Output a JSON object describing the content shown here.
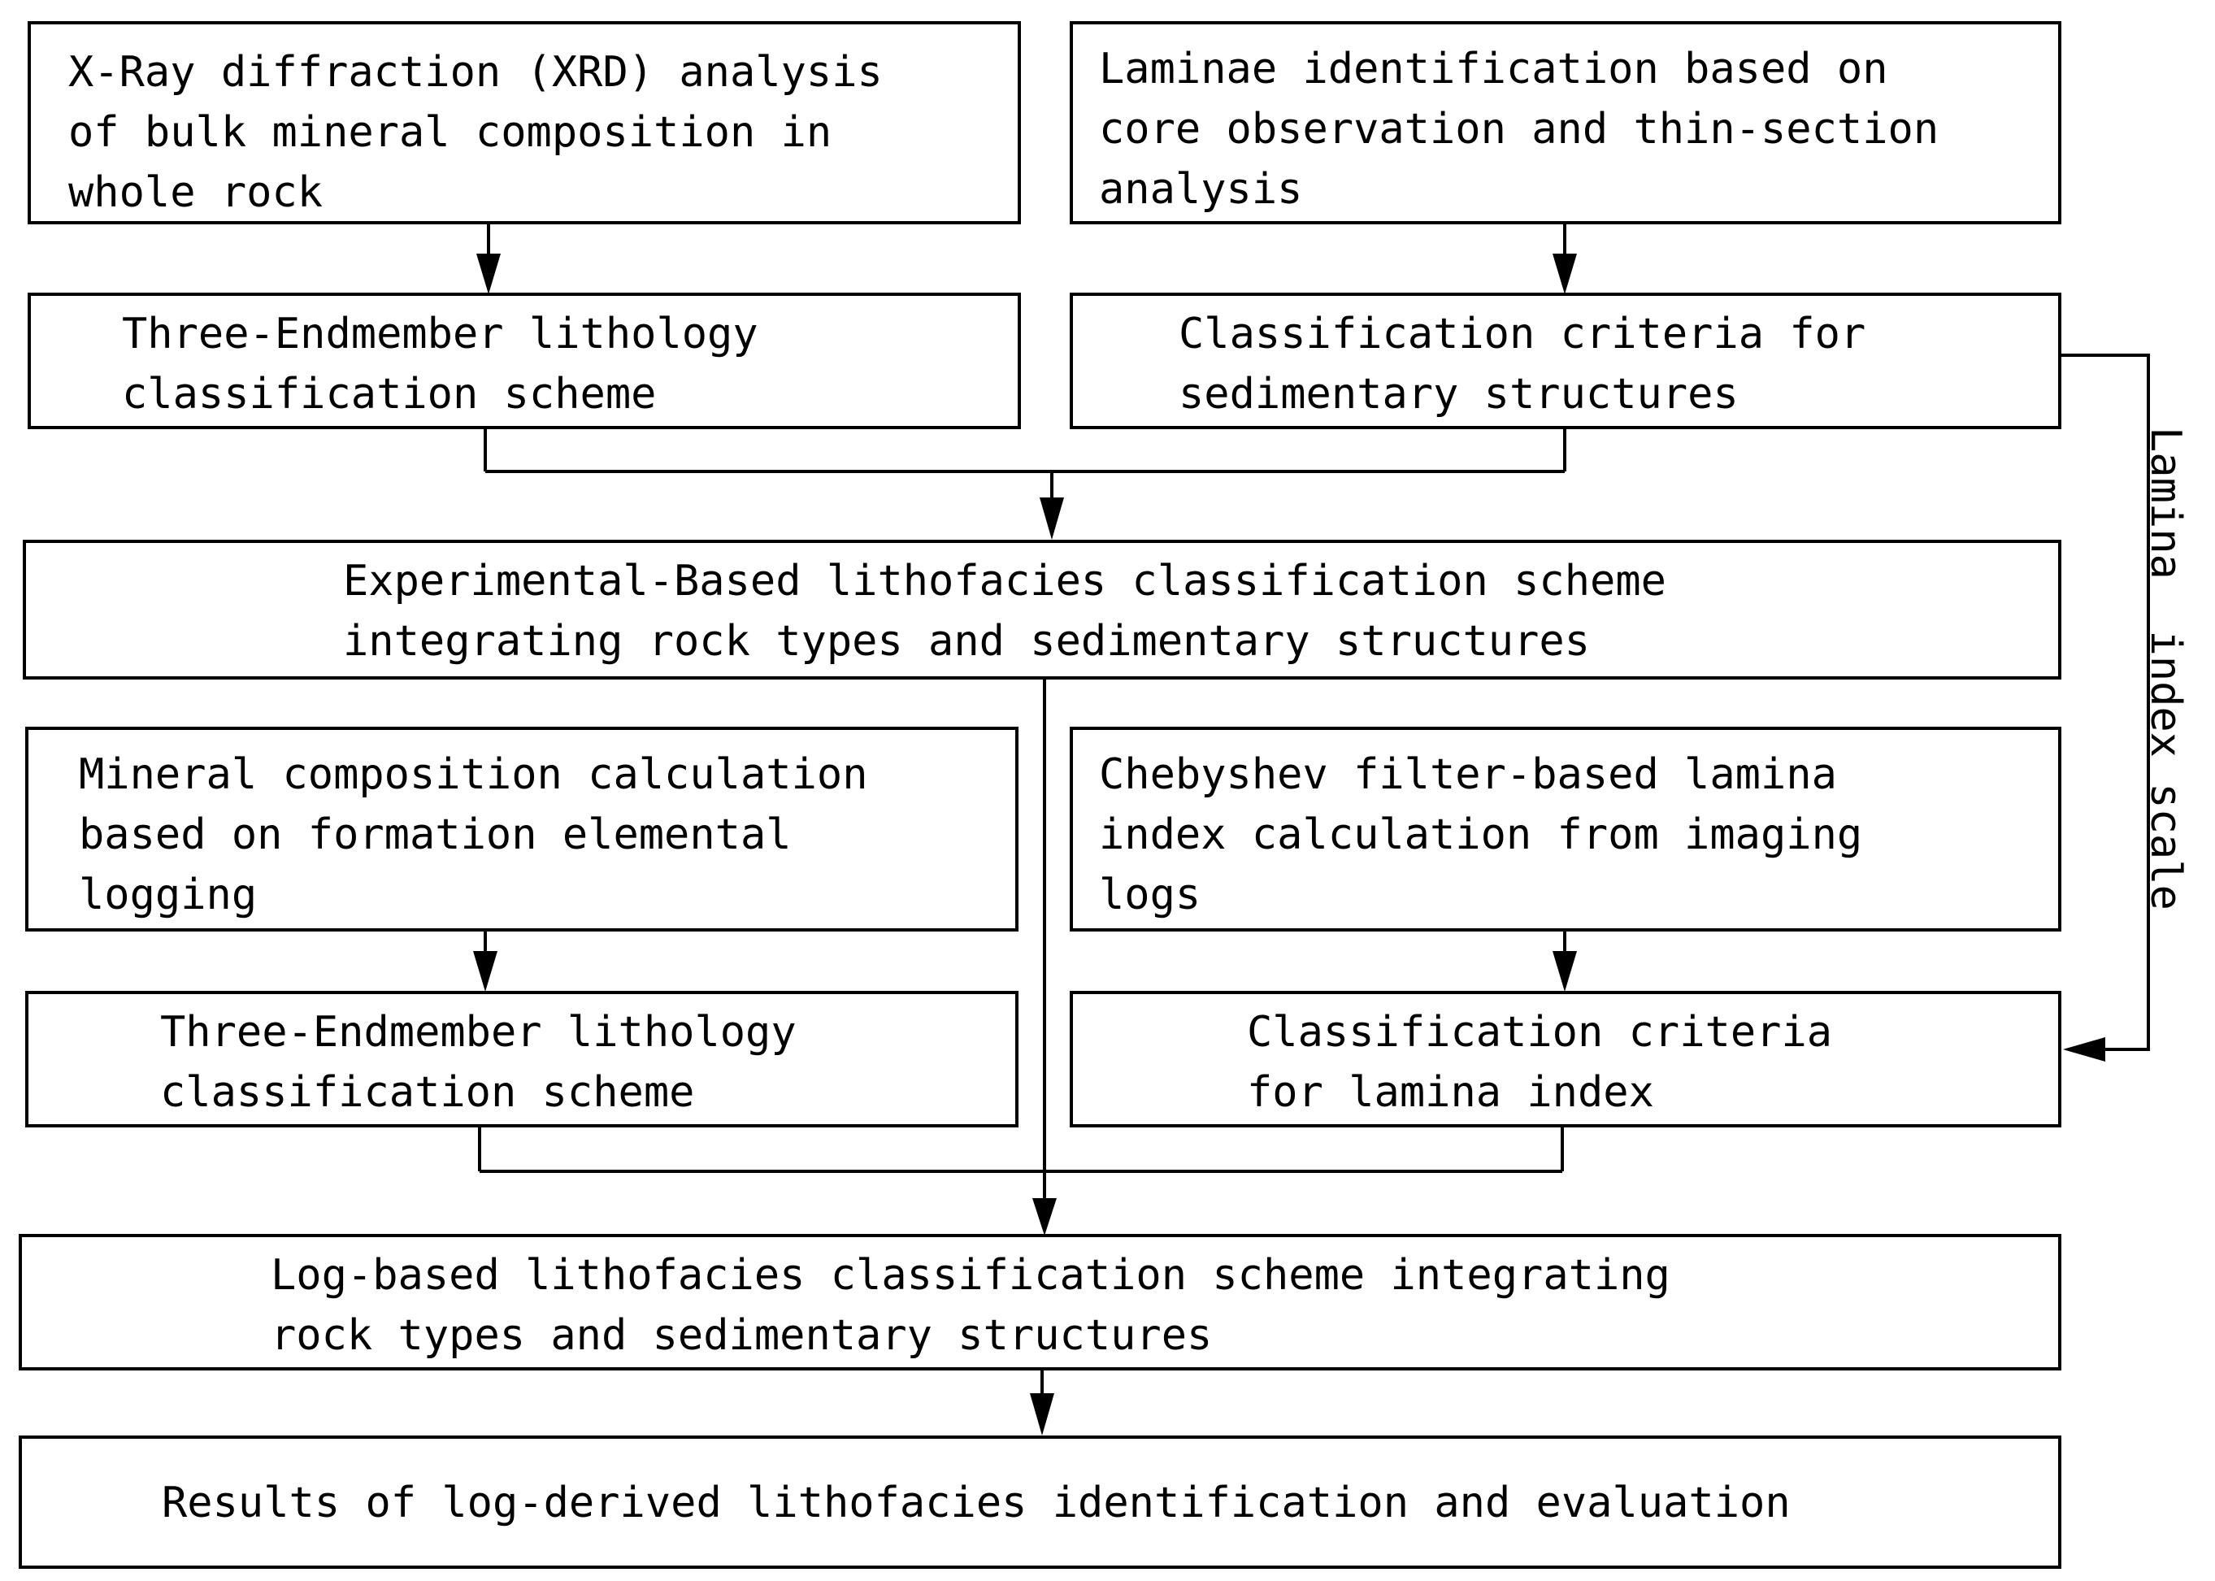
{
  "boxes": {
    "xrd_analysis": {
      "lines": [
        "X-Ray diffraction (XRD) analysis",
        "of bulk mineral composition in",
        "whole rock"
      ]
    },
    "laminae_identification": {
      "lines": [
        "Laminae identification based on",
        "core observation and thin-section",
        "analysis"
      ]
    },
    "three_endmember_top": {
      "lines": [
        "Three-Endmember lithology",
        "classification scheme"
      ]
    },
    "criteria_sedimentary": {
      "lines": [
        "Classification criteria for",
        "sedimentary structures"
      ]
    },
    "experimental_scheme": {
      "lines": [
        "Experimental-Based lithofacies classification scheme",
        "integrating rock types and sedimentary structures"
      ]
    },
    "mineral_composition": {
      "lines": [
        "Mineral composition calculation",
        "based on formation elemental",
        "logging"
      ]
    },
    "chebyshev_lamina": {
      "lines": [
        "Chebyshev filter-based lamina",
        "index calculation from imaging",
        "logs"
      ]
    },
    "three_endmember_bottom": {
      "lines": [
        "Three-Endmember lithology",
        "classification scheme"
      ]
    },
    "criteria_lamina_index": {
      "lines": [
        "Classification criteria",
        "for lamina index"
      ]
    },
    "log_based_scheme": {
      "lines": [
        "Log-based lithofacies classification scheme integrating",
        "rock types and sedimentary structures"
      ]
    },
    "results": {
      "lines": [
        "Results of log-derived lithofacies identification and evaluation"
      ]
    }
  },
  "side_label": "Lamina  index scale",
  "colors": {
    "stroke": "#000000",
    "background": "#ffffff"
  }
}
